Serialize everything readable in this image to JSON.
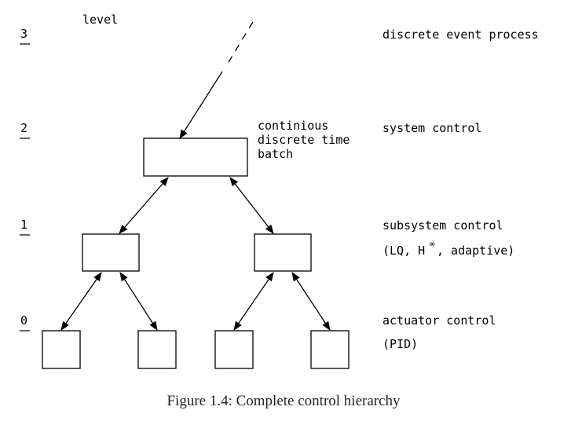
{
  "level_header": "level",
  "levels": [
    {
      "number": "3",
      "description": [
        "discrete event process"
      ]
    },
    {
      "number": "2",
      "description": [
        "system control"
      ]
    },
    {
      "number": "1",
      "description": [
        "subsystem control",
        "(LQ, H",
        "∞",
        ", adaptive)"
      ]
    },
    {
      "number": "0",
      "description": [
        "actuator control",
        "(PID)"
      ]
    }
  ],
  "batch_note": [
    "continious",
    "discrete time",
    "batch"
  ],
  "caption": "Figure 1.4: Complete control hierarchy"
}
